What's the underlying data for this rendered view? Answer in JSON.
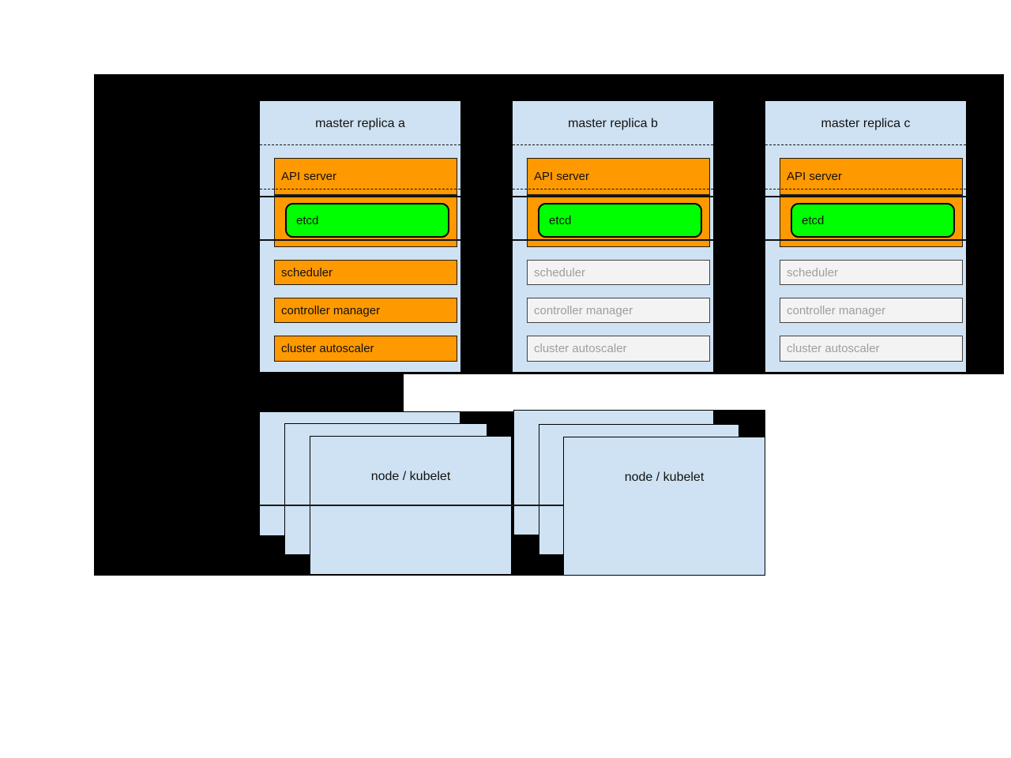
{
  "colors": {
    "background": "#ffffff",
    "backdrop": "#000000",
    "box_blue": "#cfe2f3",
    "active_orange": "#ff9900",
    "etcd_green": "#00ff00",
    "inactive_fill": "#f3f3f3",
    "inactive_text": "#9e9e9e",
    "line": "#1a1a1a"
  },
  "masters": [
    {
      "title": "master replica a",
      "state": "active"
    },
    {
      "title": "master replica b",
      "state": "standby"
    },
    {
      "title": "master replica c",
      "state": "standby"
    }
  ],
  "labels": {
    "api_server": "API server",
    "etcd": "etcd",
    "scheduler": "scheduler",
    "controller_manager": "controller manager",
    "cluster_autoscaler": "cluster autoscaler",
    "node": "node / kubelet"
  }
}
